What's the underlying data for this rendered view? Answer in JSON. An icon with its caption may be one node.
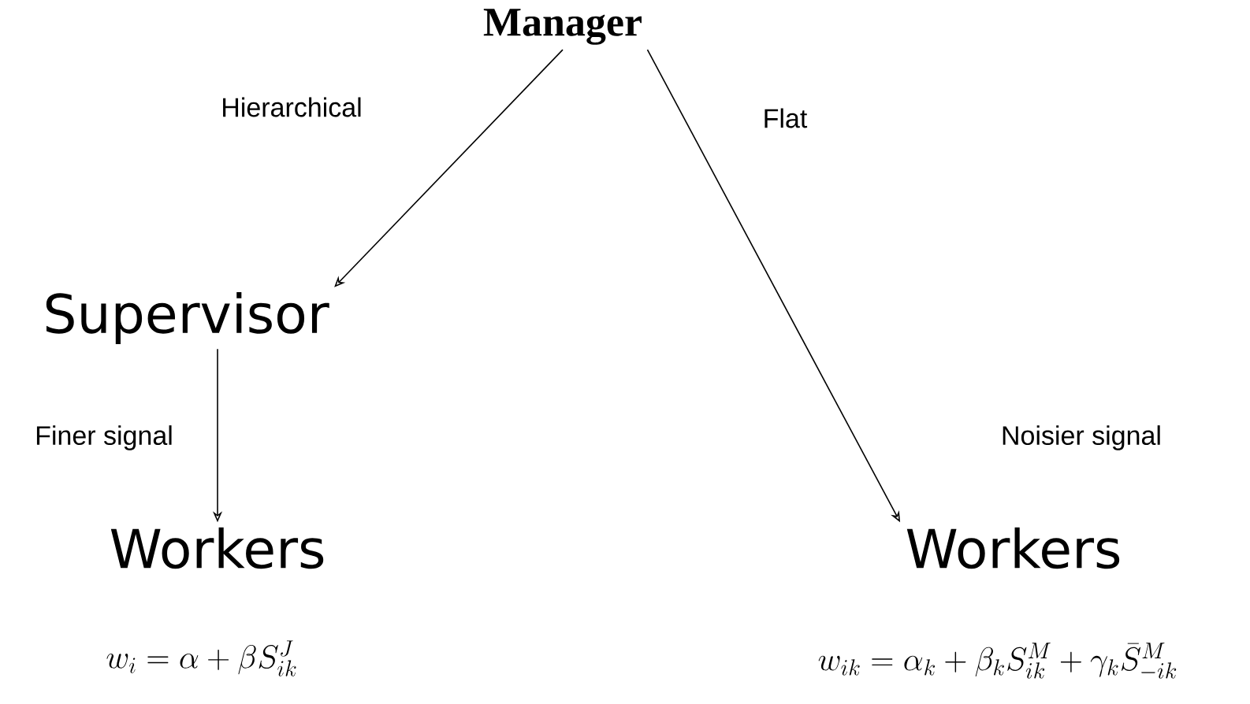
{
  "diagram": {
    "nodes": [
      {
        "text": [
          "Manager"
        ]
      },
      {
        "text": [
          "Supervisor"
        ]
      },
      {
        "text": [
          "Workers"
        ]
      },
      {
        "text": [
          "Workers"
        ]
      }
    ],
    "edges": [
      {
        "from": 0,
        "to": 1,
        "arrow": "to",
        "label": "Hierarchical"
      },
      {
        "from": 0,
        "to": 3,
        "arrow": "to",
        "label": "Flat"
      },
      {
        "from": 1,
        "to": 2,
        "arrow": "to",
        "label": "Finer signal"
      }
    ],
    "labels": [
      "Noisier signal",
      "w_i = \\alpha + \\beta S_{ik}^J",
      "w_{ik} = \\alpha_k + \\beta_k S_{ik}^M + \\gamma_k \\bar{S}_{-ik}^M"
    ]
  }
}
